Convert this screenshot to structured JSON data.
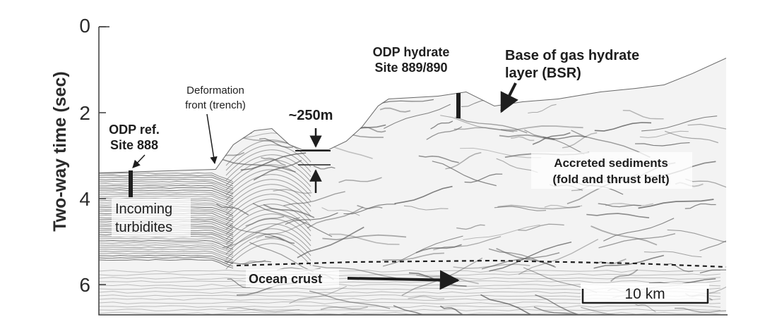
{
  "axis": {
    "ylabel": "Two-way time (sec)",
    "ticks": [
      "0",
      "2",
      "4",
      "6"
    ]
  },
  "labels": {
    "odp_ref_line1": "ODP ref.",
    "odp_ref_line2": "Site 888",
    "deformation_line1": "Deformation",
    "deformation_line2": "front (trench)",
    "thickness": "~250m",
    "odp_hydrate_line1": "ODP hydrate",
    "odp_hydrate_line2": "Site 889/890",
    "bsr_line1": "Base of gas hydrate",
    "bsr_line2": "layer (BSR)",
    "accreted_line1": "Accreted sediments",
    "accreted_line2": "(fold and thrust belt)",
    "turbidites_line1": "Incoming",
    "turbidites_line2": "turbidites",
    "ocean_crust": "Ocean crust",
    "scale": "10 km"
  },
  "colors": {
    "ink": "#1e1e1e",
    "reflector": "#5a5a5a",
    "background": "#ffffff"
  }
}
